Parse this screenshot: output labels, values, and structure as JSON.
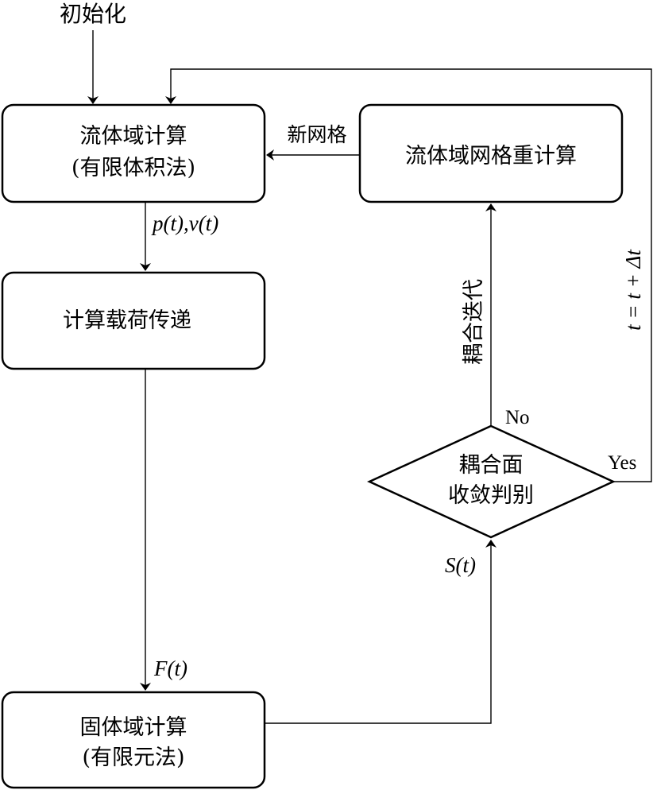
{
  "nodes": {
    "init": "初始化",
    "fluid_line1": "流体域计算",
    "fluid_line2": "(有限体积法)",
    "load_transfer": "计算载荷传递",
    "solid_line1": "固体域计算",
    "solid_line2": "(有限元法)",
    "remesh": "流体域网格重计算",
    "decision_line1": "耦合面",
    "decision_line2": "收敛判别"
  },
  "edges": {
    "new_mesh": "新网格",
    "pv": "p(t),v(t)",
    "force": "F(t)",
    "disp": "S(t)",
    "coupling_iter": "耦合迭代",
    "no": "No",
    "yes": "Yes",
    "time_step": "t = t + Δt"
  }
}
